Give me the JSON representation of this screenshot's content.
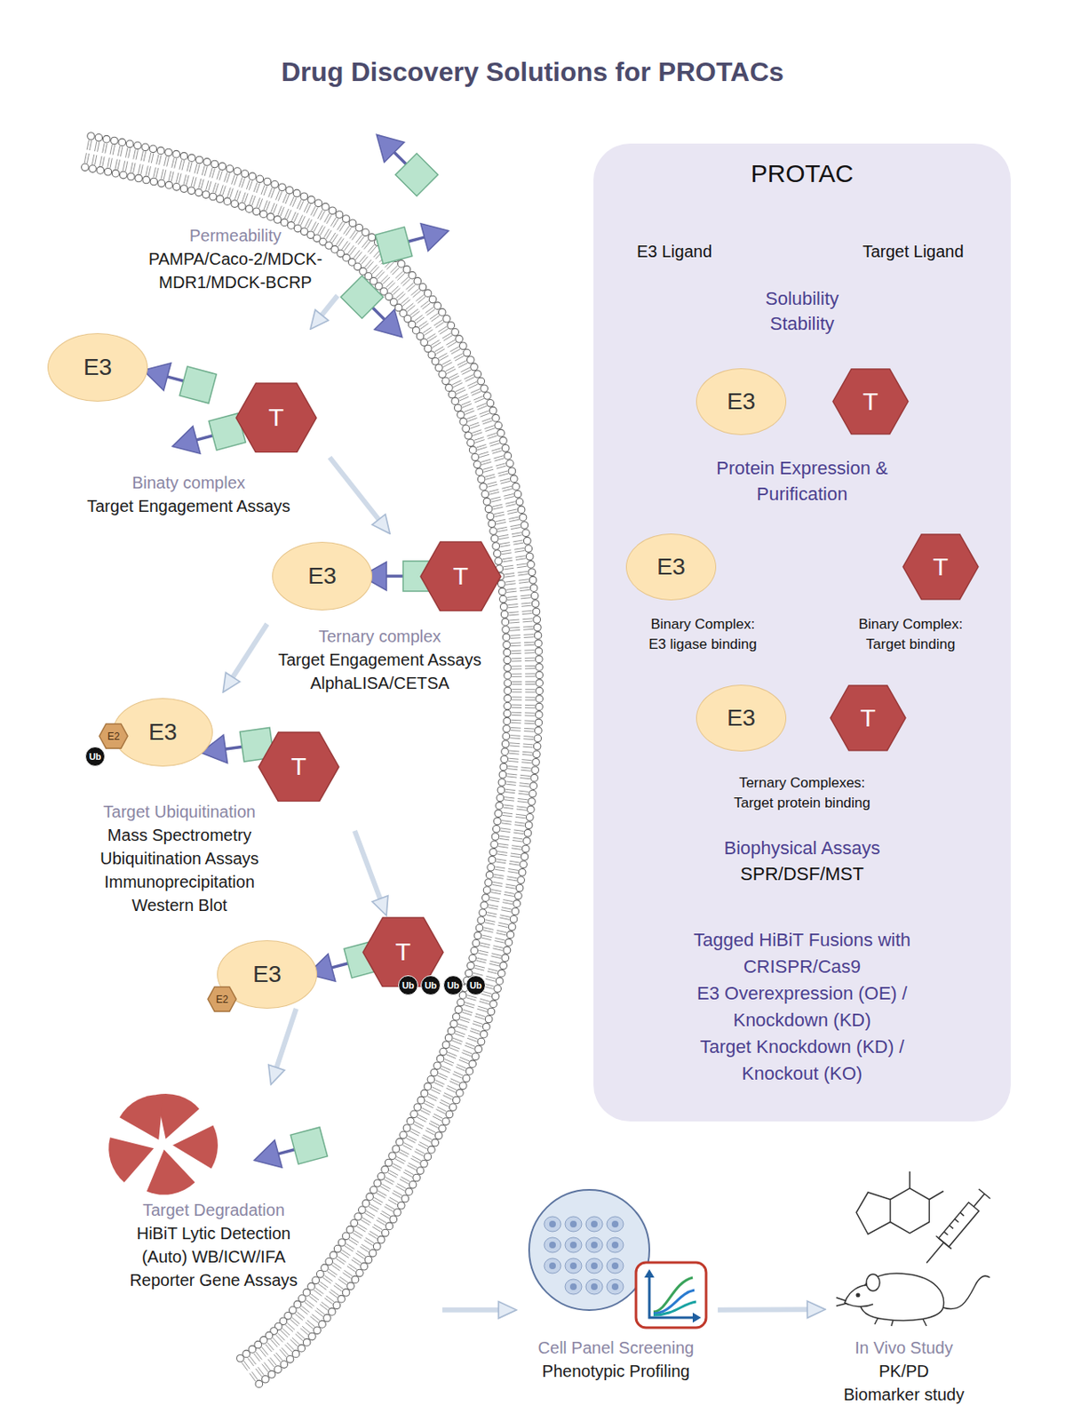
{
  "diagram": {
    "title": "Drug Discovery Solutions for PROTACs",
    "nodes": [
      {
        "text": [
          "Permeability",
          "PAMPA/Caco-2/MDCK-MDR1/MDCK-BCRP"
        ]
      },
      {
        "text": [
          "Binaty complex",
          "Target Engagement Assays"
        ]
      },
      {
        "text": [
          "E3"
        ],
        "in": 1
      },
      {
        "text": [
          "T"
        ],
        "in": 1
      },
      {
        "text": [
          "Ternary complex",
          "Target Engagement Assays",
          "AlphaLISA/CETSA"
        ]
      },
      {
        "text": [
          "E3"
        ],
        "in": 4
      },
      {
        "text": [
          "T"
        ],
        "in": 4
      },
      {
        "text": [
          "Target Ubiquitination",
          "Mass Spectrometry",
          "Ubiquitination Assays",
          "Immunoprecipitation",
          "Western Blot"
        ]
      },
      {
        "text": [
          "E3"
        ],
        "in": 7
      },
      {
        "text": [
          "E2"
        ],
        "in": 7
      },
      {
        "text": [
          "Ub"
        ],
        "in": 7
      },
      {
        "text": [
          "T"
        ],
        "in": 7
      },
      {
        "text": [
          "E3"
        ]
      },
      {
        "text": [
          "E2"
        ]
      },
      {
        "text": [
          "T"
        ]
      },
      {
        "text": [
          "Ub"
        ]
      },
      {
        "text": [
          "Ub"
        ]
      },
      {
        "text": [
          "Ub"
        ]
      },
      {
        "text": [
          "Ub"
        ]
      },
      {
        "text": [
          "Target Degradation",
          "HiBiT Lytic Detection",
          "(Auto) WB/ICW/IFA",
          "Reporter Gene Assays"
        ]
      },
      {
        "text": [
          "Cell Panel Screening",
          "Phenotypic Profiling"
        ]
      },
      {
        "text": [
          "In Vivo Study",
          "PK/PD",
          "Biomarker study"
        ]
      },
      {
        "text": [
          "PROTAC"
        ]
      },
      {
        "text": [
          "E3"
        ],
        "in": 22
      },
      {
        "text": [
          "T"
        ],
        "in": 22
      },
      {
        "text": [
          "E3"
        ],
        "in": 22
      },
      {
        "text": [
          "T"
        ],
        "in": 22
      },
      {
        "text": [
          "E3"
        ],
        "in": 22
      },
      {
        "text": [
          "T"
        ],
        "in": 22
      }
    ],
    "edges": [
      {
        "from": 0,
        "to": 1,
        "arrow": "to"
      },
      {
        "from": 1,
        "to": 4,
        "arrow": "to"
      },
      {
        "from": 4,
        "to": 7,
        "arrow": "to"
      },
      {
        "from": 7,
        "to": 14,
        "arrow": "to"
      },
      {
        "from": 12,
        "to": 19,
        "arrow": "to"
      },
      {
        "from": 19,
        "to": 20,
        "arrow": "to"
      },
      {
        "from": 20,
        "to": 21,
        "arrow": "to"
      }
    ],
    "labels": [
      "E3 Ligand",
      "Target Ligand",
      "Solubility Stability",
      "Protein Expression & Purification",
      "Binary Complex: E3 ligase binding",
      "Binary Complex: Target binding",
      "Ternary Complexes: Target protein binding",
      "Biophysical Assays",
      "SPR/DSF/MST",
      "Tagged HiBiT Fusions with CRISPR/Cas9",
      "E3 Overexpression (OE) / Knockdown (KD)",
      "Target Knockdown (KD) / Knockout (KO)"
    ]
  }
}
